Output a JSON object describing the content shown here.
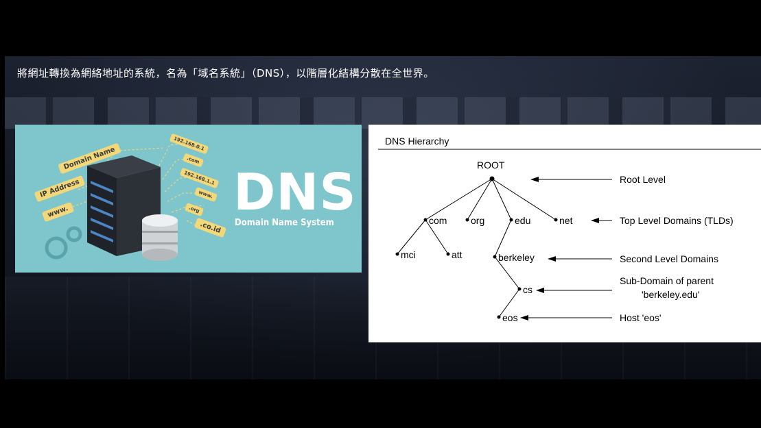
{
  "caption": "將網址轉換為網絡地址的系統，名為「域名系統」（DNS），以階層化結構分散在全世界。",
  "dns_graphic": {
    "title": "DNS",
    "subtitle": "Domain Name System",
    "tags": [
      "Domain Name",
      "IP Address",
      "www.",
      "192.168.0.1",
      ".com",
      "192.168.1.1",
      "www.",
      ".org",
      ".co.id"
    ],
    "colors": {
      "background": "#7ec5cc",
      "tag": "#f3d87a"
    }
  },
  "hierarchy": {
    "title": "DNS Hierarchy",
    "nodes": {
      "root": "ROOT",
      "com": "com",
      "org": "org",
      "edu": "edu",
      "net": "net",
      "mci": "mci",
      "att": "att",
      "berkeley": "berkeley",
      "cs": "cs",
      "eos": "eos"
    },
    "levels": {
      "root": "Root Level",
      "tld": "Top Level Domains (TLDs)",
      "second": "Second Level Domains",
      "sub_line1": "Sub-Domain of parent",
      "sub_line2": "'berkeley.edu'",
      "host": "Host 'eos'"
    }
  }
}
